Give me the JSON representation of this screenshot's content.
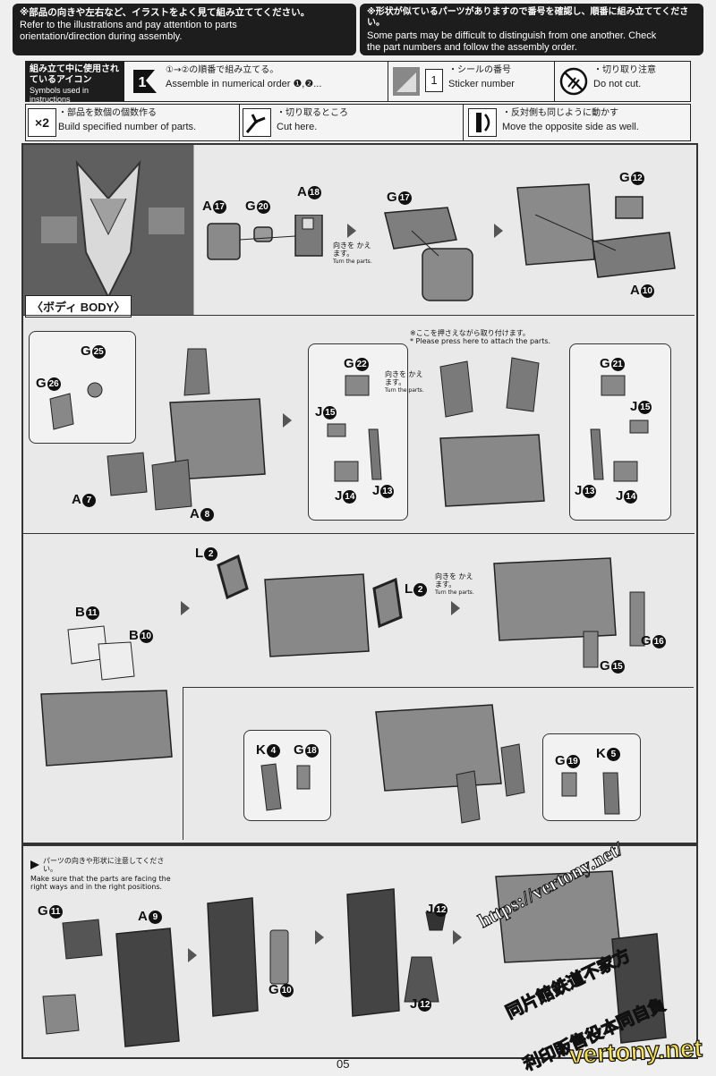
{
  "header": {
    "left_jp": "※部品の向きや左右など、イラストをよく見て組み立ててください。",
    "left_en": "Refer to the illustrations and pay attention to parts orientation/direction during assembly.",
    "right_jp": "※形状が似ているパーツがありますので番号を確認し、順番に組み立ててください。",
    "right_en": "Some parts may be difficult to distinguish from one another. Check the part numbers and follow the assembly order."
  },
  "legend": {
    "title_jp": "組み立て中に使用されているアイコン",
    "title_en": "Symbols used in instructions",
    "order_jp": "①→②の順番で組み立てる。",
    "order_en": "Assemble in numerical order ❶,❷...",
    "sticker_num": "1",
    "sticker_jp": "・シールの番号",
    "sticker_en": "Sticker number",
    "nocut_jp": "・切り取り注意",
    "nocut_en": "Do not cut.",
    "x2": "×2",
    "x2_jp": "・部品を数個の個数作る",
    "x2_en": "Build specified number of parts.",
    "cut_jp": "・切り取るところ",
    "cut_en": "Cut here.",
    "move_jp": "・反対側も同じように動かす",
    "move_en": "Move the opposite side as well."
  },
  "step1": {
    "number": "1",
    "section_label": "〈ボディ BODY〉",
    "turn_jp": "向きを かえます。",
    "turn_en": "Turn the parts.",
    "press_jp": "※ここを押さえながら取り付けます。",
    "press_en": "* Please press here to attach the parts."
  },
  "parts": {
    "A17": [
      "A",
      "17"
    ],
    "G20": [
      "G",
      "20"
    ],
    "A18": [
      "A",
      "18"
    ],
    "G17": [
      "G",
      "17"
    ],
    "G12": [
      "G",
      "12"
    ],
    "A10": [
      "A",
      "10"
    ],
    "G25": [
      "G",
      "25"
    ],
    "G26": [
      "G",
      "26"
    ],
    "A7": [
      "A",
      "7"
    ],
    "A8": [
      "A",
      "8"
    ],
    "G22": [
      "G",
      "22"
    ],
    "J15a": [
      "J",
      "15"
    ],
    "J14a": [
      "J",
      "14"
    ],
    "J13a": [
      "J",
      "13"
    ],
    "G21": [
      "G",
      "21"
    ],
    "J15b": [
      "J",
      "15"
    ],
    "J13b": [
      "J",
      "13"
    ],
    "J14b": [
      "J",
      "14"
    ],
    "L2a": [
      "L",
      "2"
    ],
    "L2b": [
      "L",
      "2"
    ],
    "B11": [
      "B",
      "11"
    ],
    "B10": [
      "B",
      "10"
    ],
    "G16": [
      "G",
      "16"
    ],
    "G15": [
      "G",
      "15"
    ],
    "K4": [
      "K",
      "4"
    ],
    "G18": [
      "G",
      "18"
    ],
    "G19": [
      "G",
      "19"
    ],
    "K5": [
      "K",
      "5"
    ],
    "G11": [
      "G",
      "11"
    ],
    "A9": [
      "A",
      "9"
    ],
    "G10": [
      "G",
      "10"
    ],
    "J12a": [
      "J",
      "12"
    ],
    "J12b": [
      "J",
      "12"
    ]
  },
  "caution": {
    "jp": "パーツの向きや形状に注意してください。",
    "en": "Make sure that the parts are facing the right ways and in the right positions."
  },
  "watermark": {
    "url": "https://vertony.net/",
    "line1": "同片館鉄道不家方",
    "line2": "利印販售役本同自負",
    "brand": "vertony.net"
  },
  "footer": {
    "page_number": "05"
  },
  "icons": [
    "step-one-icon",
    "sticker-icon",
    "do-not-cut-icon",
    "times-two-icon",
    "nipper-icon",
    "move-opposite-icon",
    "caution-icon"
  ]
}
